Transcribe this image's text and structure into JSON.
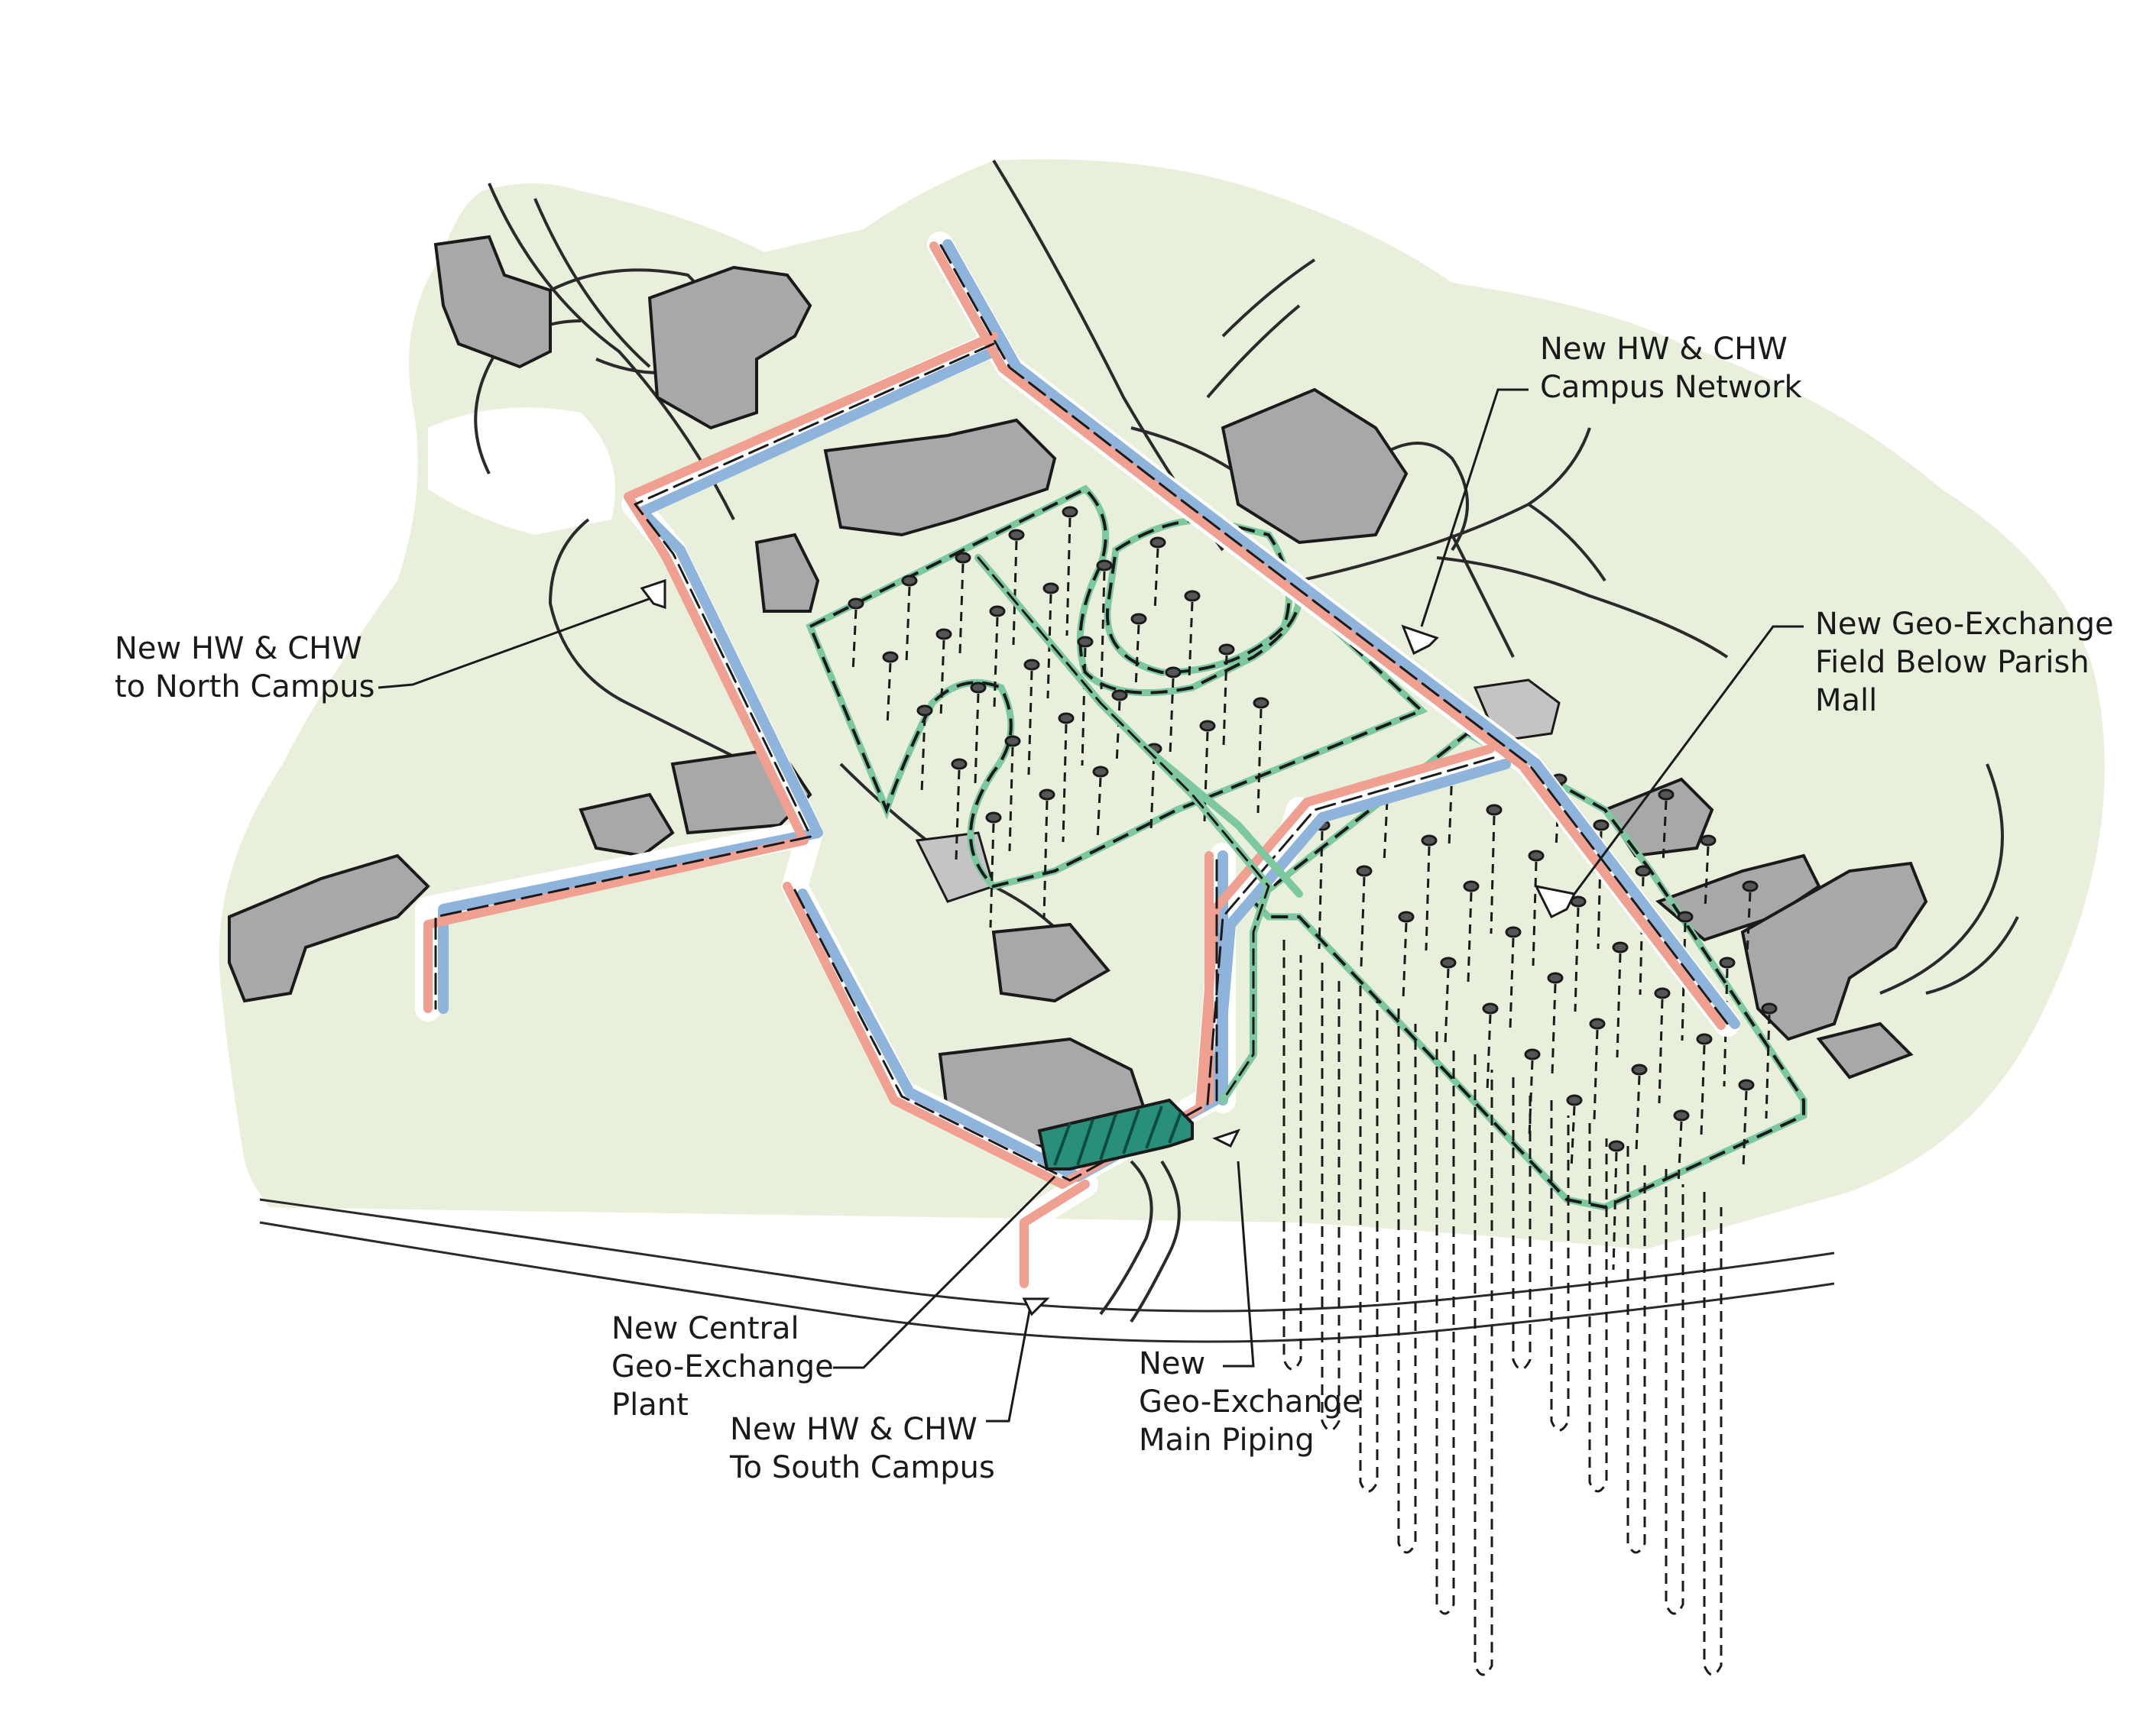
{
  "labels": {
    "campus_network": [
      "New HW & CHW",
      "Campus Network"
    ],
    "north_campus": [
      "New HW & CHW",
      "to North Campus"
    ],
    "geo_field": [
      "New Geo-Exchange",
      "Field Below Parish",
      "Mall"
    ],
    "central_plant": [
      "New Central",
      "Geo-Exchange",
      "Plant"
    ],
    "south_campus": [
      "New HW & CHW",
      "To South Campus"
    ],
    "main_piping": [
      "New",
      "Geo-Exchange",
      "Main Piping"
    ]
  },
  "colors": {
    "ground": "#e8f0dc",
    "building": "#a8a8a8",
    "building_light": "#c4c4c4",
    "road_line": "#2a2a2a",
    "hot_water": "#f0a090",
    "chilled_water": "#8fb4dc",
    "geo_loop": "#7ec8a0",
    "plant": "#2a8f7a",
    "ink": "#1a1a1a"
  }
}
